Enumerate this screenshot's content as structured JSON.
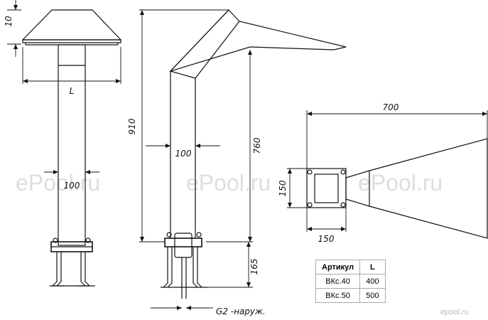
{
  "dimensions": {
    "hood_height": "10",
    "width_L": "L",
    "pipe_diameter_left": "100",
    "total_height": "910",
    "pipe_diameter_side": "100",
    "inner_height": "760",
    "base_height": "165",
    "thread": "G2 -наруж.",
    "top_length": "700",
    "base_width": "150",
    "base_depth": "150"
  },
  "watermarks": {
    "main": "ePool.ru",
    "corner": "epool.ru"
  },
  "table": {
    "headers": [
      "Артикул",
      "L"
    ],
    "rows": [
      [
        "ВКс.40",
        "400"
      ],
      [
        "ВКс.50",
        "500"
      ]
    ]
  }
}
